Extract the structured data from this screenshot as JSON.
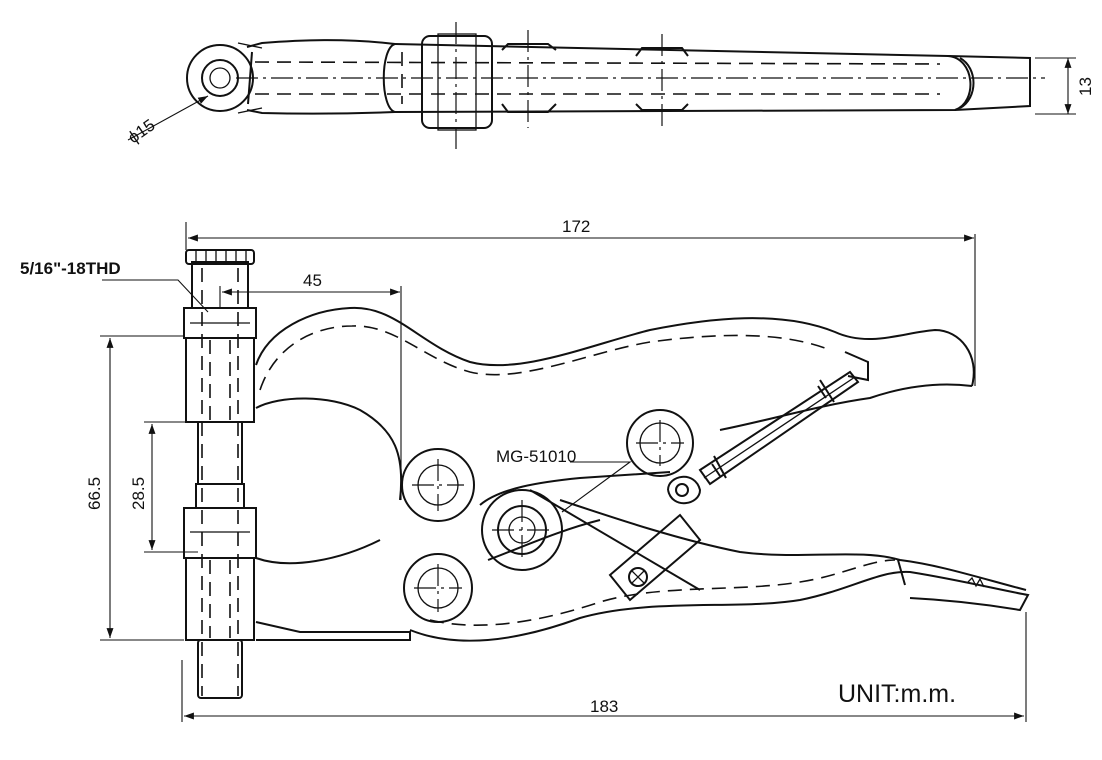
{
  "labels": {
    "dia15": "ϕ15",
    "thick13": "13",
    "len172": "172",
    "len45": "45",
    "thread": "5/16\"-18THD",
    "h665": "66.5",
    "h285": "28.5",
    "model": "MG-51010",
    "len183": "183",
    "unit": "UNIT:m.m."
  }
}
